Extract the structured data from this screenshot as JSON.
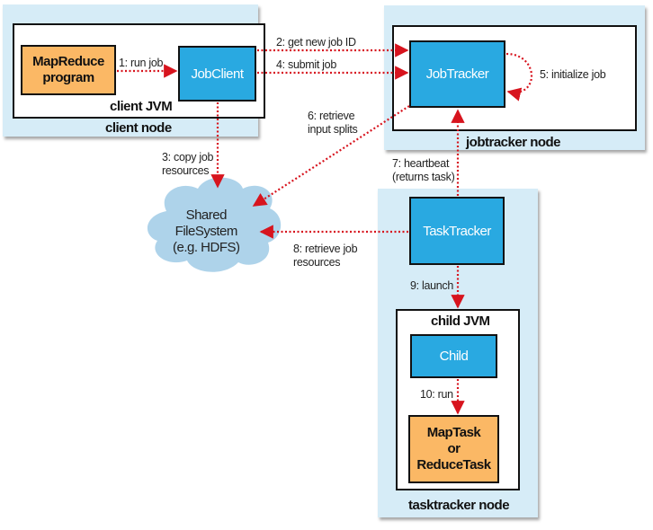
{
  "nodes": {
    "client": {
      "title": "client node",
      "jvm_title": "client JVM"
    },
    "jobtracker": {
      "title": "jobtracker node"
    },
    "tasktracker": {
      "title": "tasktracker node",
      "jvm_title": "child JVM"
    }
  },
  "components": {
    "mapreduce_program": "MapReduce\nprogram",
    "jobclient": "JobClient",
    "jobtracker": "JobTracker",
    "tasktracker": "TaskTracker",
    "child": "Child",
    "task": "MapTask\nor\nReduceTask",
    "shared_fs": "Shared\nFileSystem\n(e.g. HDFS)"
  },
  "steps": {
    "s1": "1: run job",
    "s2": "2: get new job ID",
    "s3": "3: copy job\nresources",
    "s4": "4: submit job",
    "s5": "5: initialize job",
    "s6": "6: retrieve\ninput splits",
    "s7": "7: heartbeat\n(returns task)",
    "s8": "8: retrieve job\nresources",
    "s9": "9: launch",
    "s10": "10: run"
  },
  "colors": {
    "node_bg": "#d6ecf7",
    "component_blue": "#29a9e1",
    "component_orange": "#fbb865",
    "arrow_red": "#d7141e",
    "cloud": "#aed3ea"
  }
}
